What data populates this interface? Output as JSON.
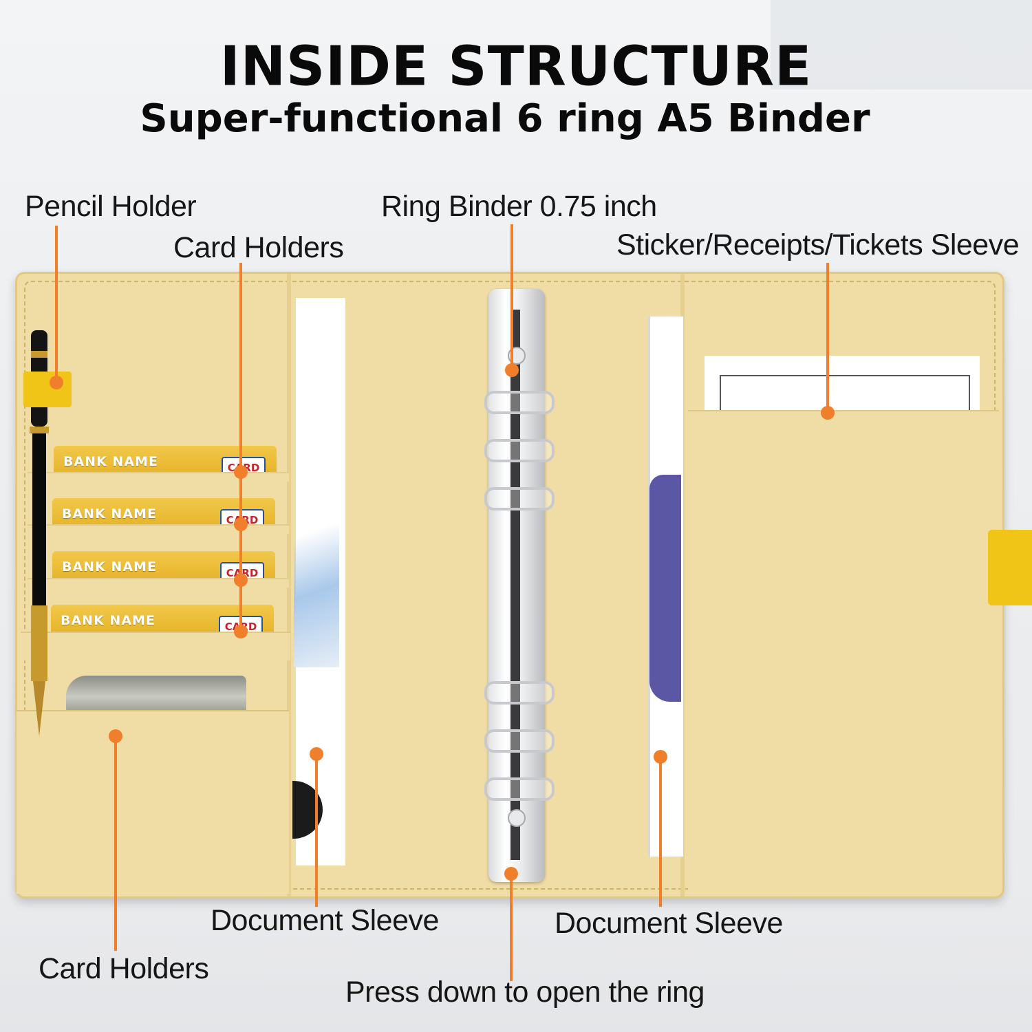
{
  "header": {
    "title": "INSIDE STRUCTURE",
    "subtitle": "Super-functional 6 ring A5 Binder"
  },
  "callouts": {
    "pencil_holder": "Pencil Holder",
    "card_holders_top": "Card Holders",
    "ring_binder": "Ring Binder 0.75 inch",
    "sticker_sleeve": "Sticker/Receipts/Tickets Sleeve",
    "document_sleeve_left": "Document Sleeve",
    "document_sleeve_right": "Document Sleeve",
    "card_holders_bottom": "Card Holders",
    "press_down": "Press down to open the ring"
  },
  "cards": [
    {
      "name": "BANK NAME",
      "badge": "CARD"
    },
    {
      "name": "BANK NAME",
      "badge": "CARD"
    },
    {
      "name": "BANK NAME",
      "badge": "CARD"
    },
    {
      "name": "BANK NAME",
      "badge": "CARD"
    }
  ],
  "colors": {
    "accent": "#ef7f2a",
    "binder_leather": "#f0dca5",
    "strap_yellow": "#f1c518",
    "text": "#161616"
  }
}
